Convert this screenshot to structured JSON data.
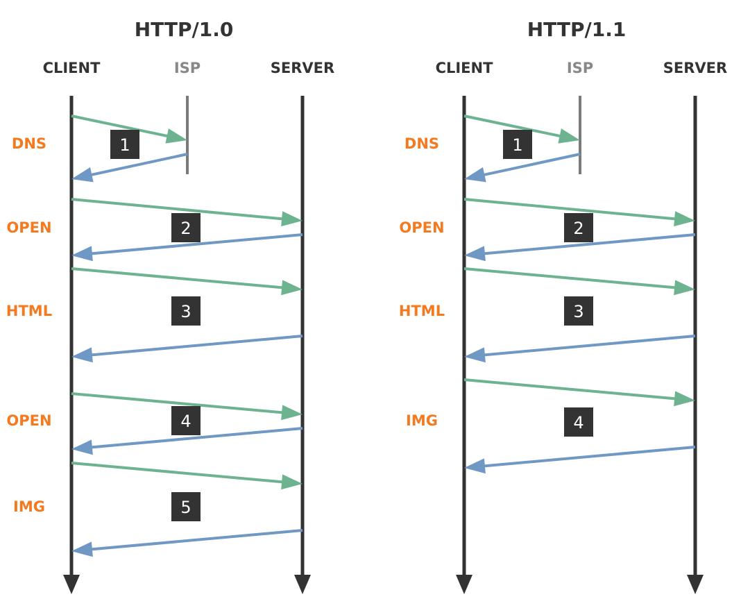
{
  "colors": {
    "request": "#6db390",
    "response": "#6f98c4",
    "phase": "#f47a20",
    "lane": "#333333",
    "isp_lane": "#7a7a7a",
    "badge": "#333333"
  },
  "diagrams": [
    {
      "title": "HTTP/1.0",
      "columns": {
        "client": "CLIENT",
        "isp": "ISP",
        "server": "SERVER"
      },
      "phases": [
        "DNS",
        "OPEN",
        "HTML",
        "OPEN",
        "IMG"
      ],
      "steps": [
        "1",
        "2",
        "3",
        "4",
        "5"
      ],
      "messages": [
        {
          "from": "client",
          "to": "isp",
          "type": "request"
        },
        {
          "from": "isp",
          "to": "client",
          "type": "response"
        },
        {
          "from": "client",
          "to": "server",
          "type": "request"
        },
        {
          "from": "server",
          "to": "client",
          "type": "response"
        },
        {
          "from": "client",
          "to": "server",
          "type": "request"
        },
        {
          "from": "server",
          "to": "client",
          "type": "response"
        },
        {
          "from": "client",
          "to": "server",
          "type": "request"
        },
        {
          "from": "server",
          "to": "client",
          "type": "response"
        },
        {
          "from": "client",
          "to": "server",
          "type": "request"
        },
        {
          "from": "server",
          "to": "client",
          "type": "response"
        }
      ]
    },
    {
      "title": "HTTP/1.1",
      "columns": {
        "client": "CLIENT",
        "isp": "ISP",
        "server": "SERVER"
      },
      "phases": [
        "DNS",
        "OPEN",
        "HTML",
        "IMG"
      ],
      "steps": [
        "1",
        "2",
        "3",
        "4"
      ],
      "messages": [
        {
          "from": "client",
          "to": "isp",
          "type": "request"
        },
        {
          "from": "isp",
          "to": "client",
          "type": "response"
        },
        {
          "from": "client",
          "to": "server",
          "type": "request"
        },
        {
          "from": "server",
          "to": "client",
          "type": "response"
        },
        {
          "from": "client",
          "to": "server",
          "type": "request"
        },
        {
          "from": "server",
          "to": "client",
          "type": "response"
        },
        {
          "from": "client",
          "to": "server",
          "type": "request"
        },
        {
          "from": "server",
          "to": "client",
          "type": "response"
        }
      ]
    }
  ]
}
